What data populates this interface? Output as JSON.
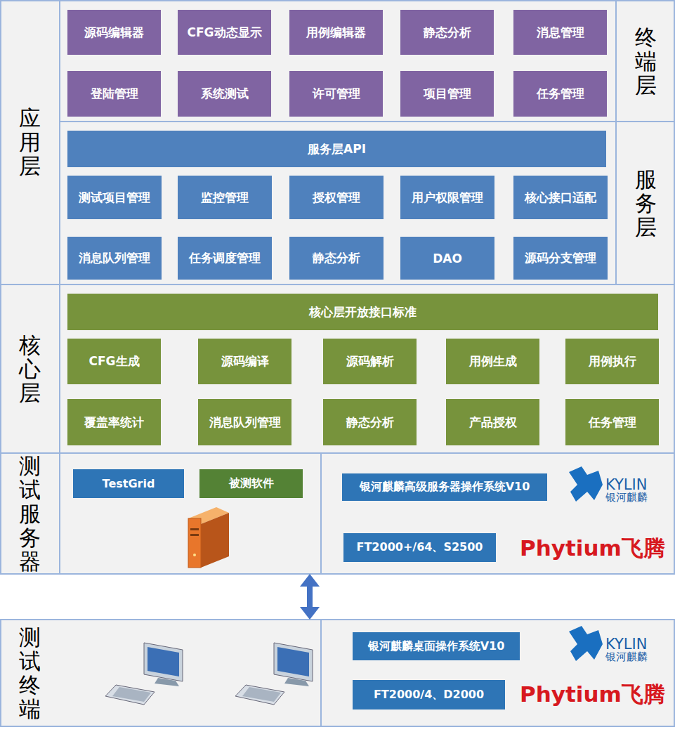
{
  "diagram": {
    "nodes": [
      {
        "text": [
          "应用层"
        ]
      },
      {
        "text": [
          "终端层"
        ],
        "in": 0
      },
      {
        "text": [
          "源码编辑器"
        ],
        "in": 1
      },
      {
        "text": [
          "CFG动态显示"
        ],
        "in": 1
      },
      {
        "text": [
          "用例编辑器"
        ],
        "in": 1
      },
      {
        "text": [
          "静态分析"
        ],
        "in": 1
      },
      {
        "text": [
          "消息管理"
        ],
        "in": 1
      },
      {
        "text": [
          "登陆管理"
        ],
        "in": 1
      },
      {
        "text": [
          "系统测试"
        ],
        "in": 1
      },
      {
        "text": [
          "许可管理"
        ],
        "in": 1
      },
      {
        "text": [
          "项目管理"
        ],
        "in": 1
      },
      {
        "text": [
          "任务管理"
        ],
        "in": 1
      },
      {
        "text": [
          "服务层"
        ],
        "in": 0
      },
      {
        "text": [
          "服务层API"
        ],
        "in": 12
      },
      {
        "text": [
          "测试项目管理"
        ],
        "in": 12
      },
      {
        "text": [
          "监控管理"
        ],
        "in": 12
      },
      {
        "text": [
          "授权管理"
        ],
        "in": 12
      },
      {
        "text": [
          "用户权限管理"
        ],
        "in": 12
      },
      {
        "text": [
          "核心接口适配"
        ],
        "in": 12
      },
      {
        "text": [
          "消息队列管理"
        ],
        "in": 12
      },
      {
        "text": [
          "任务调度管理"
        ],
        "in": 12
      },
      {
        "text": [
          "静态分析"
        ],
        "in": 12
      },
      {
        "text": [
          "DAO"
        ],
        "in": 12
      },
      {
        "text": [
          "源码分支管理"
        ],
        "in": 12
      },
      {
        "text": [
          "核心层"
        ]
      },
      {
        "text": [
          "核心层开放接口标准"
        ],
        "in": 24
      },
      {
        "text": [
          "CFG生成"
        ],
        "in": 24
      },
      {
        "text": [
          "源码编译"
        ],
        "in": 24
      },
      {
        "text": [
          "源码解析"
        ],
        "in": 24
      },
      {
        "text": [
          "用例生成"
        ],
        "in": 24
      },
      {
        "text": [
          "用例执行"
        ],
        "in": 24
      },
      {
        "text": [
          "覆盖率统计"
        ],
        "in": 24
      },
      {
        "text": [
          "消息队列管理"
        ],
        "in": 24
      },
      {
        "text": [
          "静态分析"
        ],
        "in": 24
      },
      {
        "text": [
          "产品授权"
        ],
        "in": 24
      },
      {
        "text": [
          "任务管理"
        ],
        "in": 24
      },
      {
        "text": [
          "测试服务器"
        ]
      },
      {
        "text": [
          "TestGrid"
        ],
        "in": 36
      },
      {
        "text": [
          "被测软件"
        ],
        "in": 36
      },
      {
        "text": [
          "银河麒麟高级服务器操作系统V10"
        ],
        "in": 36
      },
      {
        "text": [
          "FT2000+/64、S2500"
        ],
        "in": 36
      },
      {
        "text": [
          "测试终端"
        ]
      },
      {
        "text": [
          "银河麒麟桌面操作系统V10"
        ],
        "in": 41
      },
      {
        "text": [
          "FT2000/4、D2000"
        ],
        "in": 41
      }
    ],
    "edges": [
      {
        "from": 36,
        "to": 41,
        "arrow": "both"
      }
    ],
    "labels": [
      "KYLIN",
      "银河麒麟",
      "Phytium飞腾",
      "KYLIN",
      "银河麒麟",
      "Phytium飞腾"
    ]
  }
}
